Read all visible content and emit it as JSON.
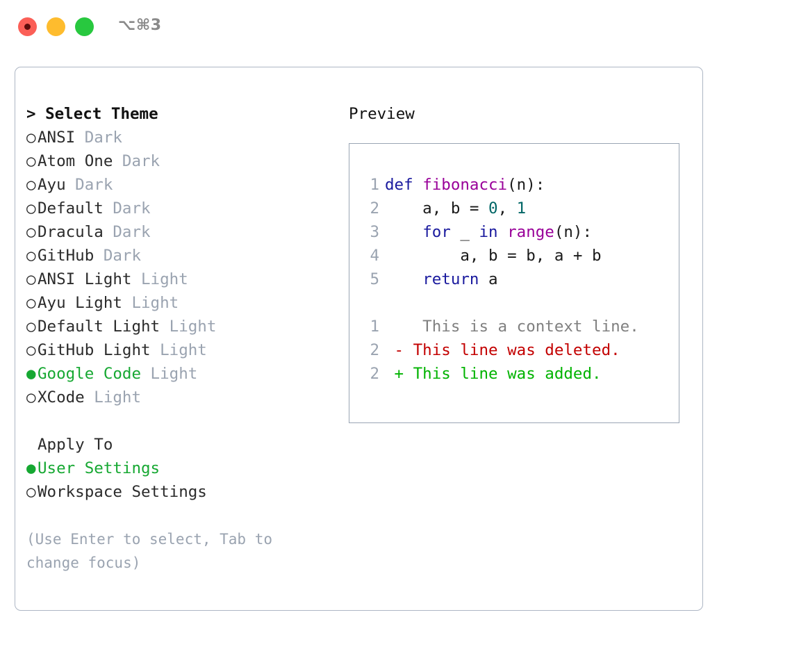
{
  "titlebar": {
    "shortcut": "⌥⌘3",
    "buttons": [
      {
        "name": "close",
        "color": "#fb5f57"
      },
      {
        "name": "minimize",
        "color": "#febc2e"
      },
      {
        "name": "zoom",
        "color": "#28c83f"
      }
    ]
  },
  "theme_picker": {
    "prompt": ">",
    "heading": "Select Theme",
    "bullet_unselected": "○",
    "bullet_selected": "●",
    "items": [
      {
        "name": "ANSI",
        "tag": "Dark",
        "selected": false
      },
      {
        "name": "Atom One",
        "tag": "Dark",
        "selected": false
      },
      {
        "name": "Ayu",
        "tag": "Dark",
        "selected": false
      },
      {
        "name": "Default",
        "tag": "Dark",
        "selected": false
      },
      {
        "name": "Dracula",
        "tag": "Dark",
        "selected": false
      },
      {
        "name": "GitHub",
        "tag": "Dark",
        "selected": false
      },
      {
        "name": "ANSI Light",
        "tag": "Light",
        "selected": false
      },
      {
        "name": "Ayu Light",
        "tag": "Light",
        "selected": false
      },
      {
        "name": "Default Light",
        "tag": "Light",
        "selected": false
      },
      {
        "name": "GitHub Light",
        "tag": "Light",
        "selected": false
      },
      {
        "name": "Google Code",
        "tag": "Light",
        "selected": true
      },
      {
        "name": "XCode",
        "tag": "Light",
        "selected": false
      }
    ]
  },
  "apply_to": {
    "heading": "Apply To",
    "items": [
      {
        "name": "User Settings",
        "selected": true
      },
      {
        "name": "Workspace Settings",
        "selected": false
      }
    ]
  },
  "hint": "(Use Enter to select, Tab to change focus)",
  "preview": {
    "title": "Preview",
    "code_lines": [
      {
        "num": "1",
        "tokens": [
          {
            "t": "def",
            "c": "kw"
          },
          {
            "t": " ",
            "c": "pl"
          },
          {
            "t": "fibonacci",
            "c": "fn"
          },
          {
            "t": "(n):",
            "c": "pl"
          }
        ]
      },
      {
        "num": "2",
        "tokens": [
          {
            "t": "    a, b = ",
            "c": "pl"
          },
          {
            "t": "0",
            "c": "num"
          },
          {
            "t": ", ",
            "c": "pl"
          },
          {
            "t": "1",
            "c": "num"
          }
        ]
      },
      {
        "num": "3",
        "tokens": [
          {
            "t": "    ",
            "c": "pl"
          },
          {
            "t": "for",
            "c": "kw"
          },
          {
            "t": " _ ",
            "c": "pl"
          },
          {
            "t": "in",
            "c": "kw"
          },
          {
            "t": " ",
            "c": "pl"
          },
          {
            "t": "range",
            "c": "fn"
          },
          {
            "t": "(n):",
            "c": "pl"
          }
        ]
      },
      {
        "num": "4",
        "tokens": [
          {
            "t": "        a, b = b, a + b",
            "c": "pl"
          }
        ]
      },
      {
        "num": "5",
        "tokens": [
          {
            "t": "    ",
            "c": "pl"
          },
          {
            "t": "return",
            "c": "kw"
          },
          {
            "t": " a",
            "c": "pl"
          }
        ]
      }
    ],
    "diff_lines": [
      {
        "num": "1",
        "marker": " ",
        "text": "  This is a context line.",
        "kind": "ctx"
      },
      {
        "num": "2",
        "marker": "-",
        "text": " This line was deleted.",
        "kind": "del"
      },
      {
        "num": "2",
        "marker": "+",
        "text": " This line was added.",
        "kind": "add"
      }
    ]
  },
  "colors": {
    "selected_green": "#16a832",
    "muted_tag": "#9aa3b0",
    "keyword": "#1a1a9e",
    "function": "#990099",
    "number": "#006666",
    "diff_context": "#808080",
    "diff_deleted": "#c30000",
    "diff_added": "#00b300",
    "panel_border": "#adb6c4",
    "preview_border": "#9aa5b4"
  }
}
